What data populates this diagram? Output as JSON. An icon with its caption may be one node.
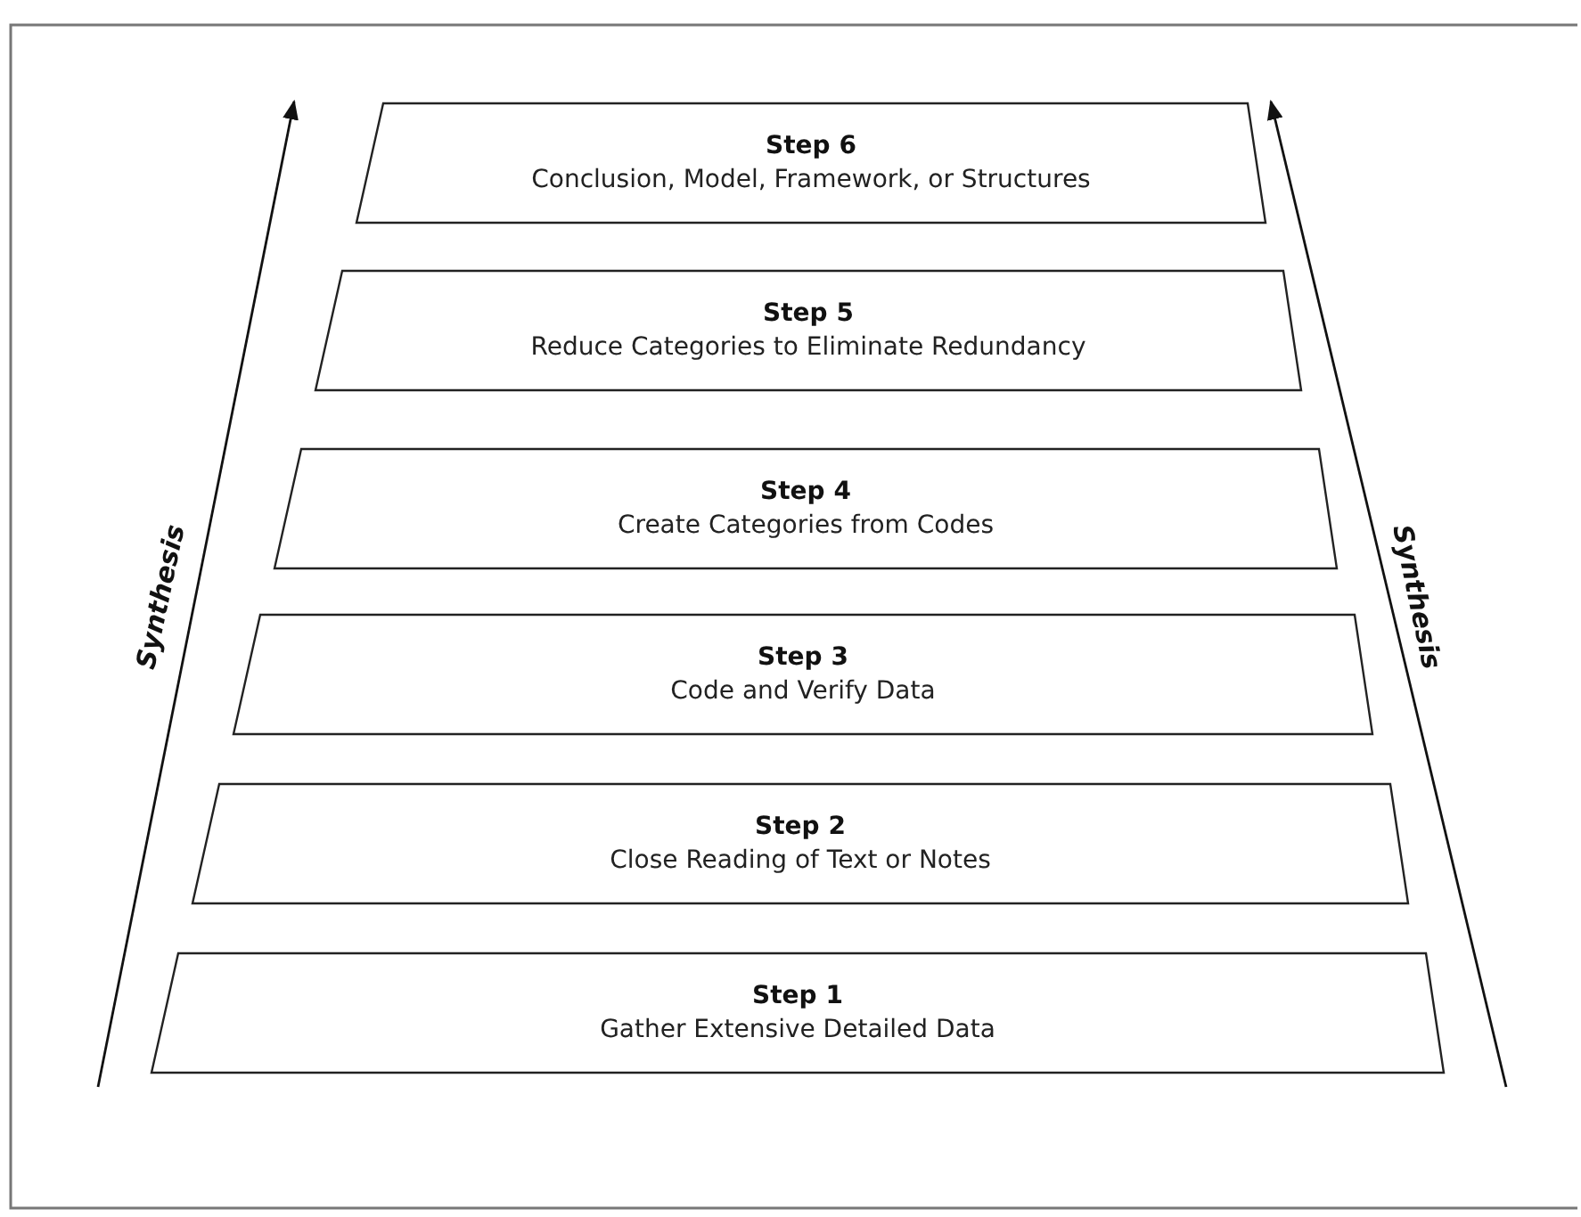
{
  "diagram": {
    "nodes": [
      {
        "text": [
          "Step 6",
          "Conclusion, Model, Framework, or Structures"
        ]
      },
      {
        "text": [
          "Step 5",
          "Reduce Categories to Eliminate Redundancy"
        ]
      },
      {
        "text": [
          "Step 4",
          "Create Categories from Codes"
        ]
      },
      {
        "text": [
          "Step 3",
          "Code and Verify Data"
        ]
      },
      {
        "text": [
          "Step 2",
          "Close Reading of Text or Notes"
        ]
      },
      {
        "text": [
          "Step 1",
          "Gather Extensive Detailed Data"
        ]
      }
    ],
    "labels": [
      "Synthesis",
      "Synthesis"
    ]
  }
}
